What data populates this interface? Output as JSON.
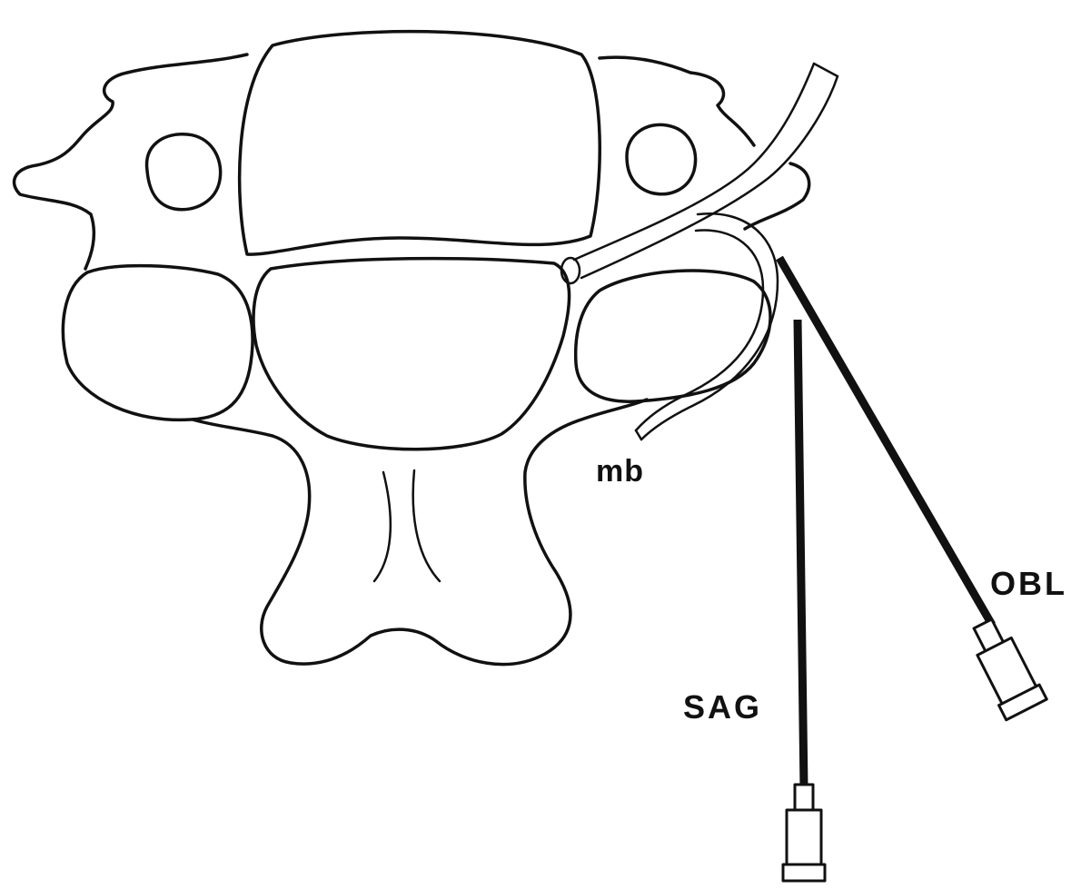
{
  "diagram_data": {
    "labels": {
      "medial_branch": "mb",
      "sagittal_needle": "SAG",
      "oblique_needle": "OBL"
    }
  }
}
